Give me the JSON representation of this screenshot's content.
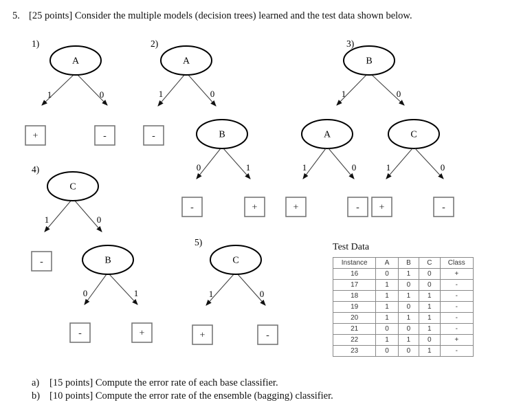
{
  "question": {
    "number": "5.",
    "text": "[25 points] Consider the multiple models (decision trees) learned and the test data shown below."
  },
  "trees": [
    {
      "index": "1)",
      "root": "A",
      "left_label": "1",
      "right_label": "0",
      "left_leaf": "+",
      "right_leaf": "-"
    },
    {
      "index": "2)",
      "root": "A",
      "left_label": "1",
      "right_label": "0",
      "left_leaf": "-",
      "sub_root": "B",
      "sub_left_label": "0",
      "sub_right_label": "1",
      "sub_left_leaf": "-",
      "sub_right_leaf": "+"
    },
    {
      "index": "3)",
      "root": "B",
      "left_label": "1",
      "right_label": "0",
      "left_child": "A",
      "right_child": "C",
      "a_left_label": "1",
      "a_right_label": "0",
      "a_left_leaf": "+",
      "a_right_leaf": "-",
      "c_left_label": "1",
      "c_right_label": "0",
      "c_left_leaf": "+",
      "c_right_leaf": "-"
    },
    {
      "index": "4)",
      "root": "C",
      "left_label": "1",
      "right_label": "0",
      "left_leaf": "-",
      "sub_root": "B",
      "sub_left_label": "0",
      "sub_right_label": "1",
      "sub_left_leaf": "-",
      "sub_right_leaf": "+"
    },
    {
      "index": "5)",
      "root": "C",
      "left_label": "1",
      "right_label": "0",
      "left_leaf": "+",
      "right_leaf": "-"
    }
  ],
  "test_data": {
    "title": "Test Data",
    "columns": [
      "Instance",
      "A",
      "B",
      "C",
      "Class"
    ],
    "rows": [
      [
        "16",
        "0",
        "1",
        "0",
        "+"
      ],
      [
        "17",
        "1",
        "0",
        "0",
        "-"
      ],
      [
        "18",
        "1",
        "1",
        "1",
        "-"
      ],
      [
        "19",
        "1",
        "0",
        "1",
        "-"
      ],
      [
        "20",
        "1",
        "1",
        "1",
        "-"
      ],
      [
        "21",
        "0",
        "0",
        "1",
        "-"
      ],
      [
        "22",
        "1",
        "1",
        "0",
        "+"
      ],
      [
        "23",
        "0",
        "0",
        "1",
        "-"
      ]
    ]
  },
  "subquestions": [
    {
      "letter": "a)",
      "text": "[15 points] Compute the error rate of each base classifier."
    },
    {
      "letter": "b)",
      "text": "[10 points] Compute the error rate of the ensemble (bagging) classifier."
    }
  ]
}
